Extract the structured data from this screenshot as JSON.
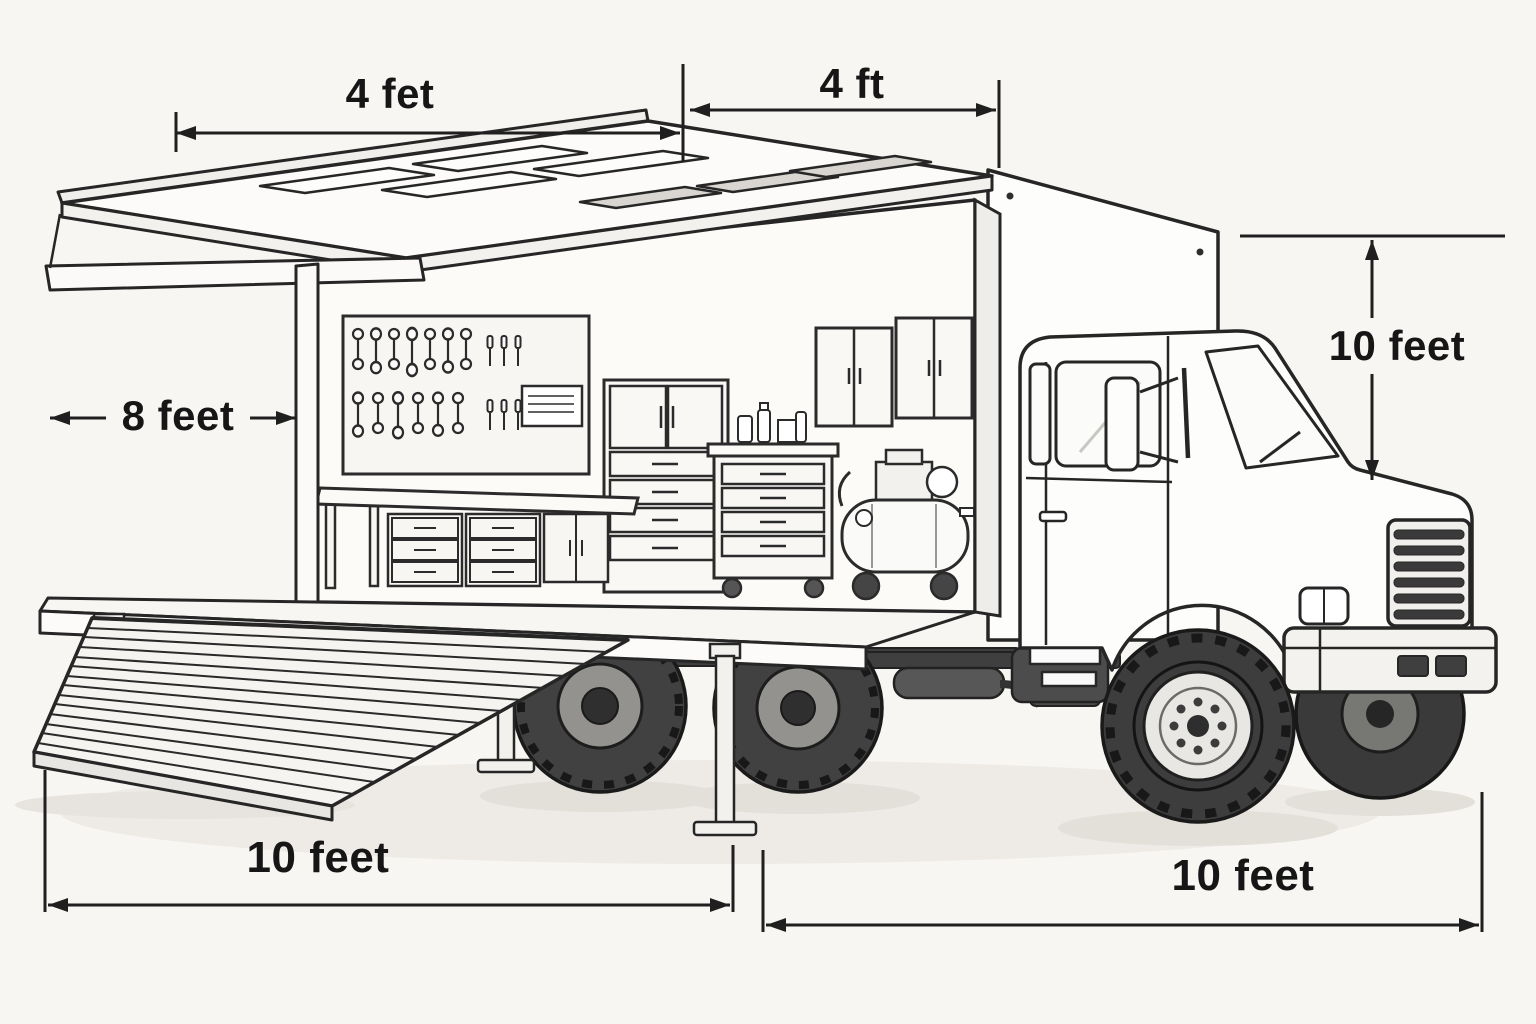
{
  "diagram": {
    "type": "dimensioned-illustration",
    "subject": "mobile-workshop-truck-with-awning-platform-and-ramp",
    "colors": {
      "background": "#f8f6f2",
      "line": "#262626",
      "panel": "#fbfaf8",
      "shade": "#e9e6e1",
      "tire": "#3f3f3f",
      "label": "#161616"
    },
    "dimensions": {
      "awning_span": "4 fet",
      "roof_span": "4 ft",
      "awning_reach": "8 feet",
      "box_height": "10 feet",
      "ramp_length": "10 feet",
      "truck_length": "10 feet"
    },
    "parts": [
      "awning-roof",
      "skylight-panels",
      "ceiling-lights",
      "support-post",
      "pegboard-tools",
      "workbench-drawers",
      "tall-cabinet",
      "wall-cabinets",
      "tool-chest",
      "air-compressor",
      "deck-platform",
      "loading-ramp",
      "support-jacks",
      "rear-wheels",
      "truck-cab",
      "front-wheels",
      "grille",
      "bumper"
    ]
  }
}
